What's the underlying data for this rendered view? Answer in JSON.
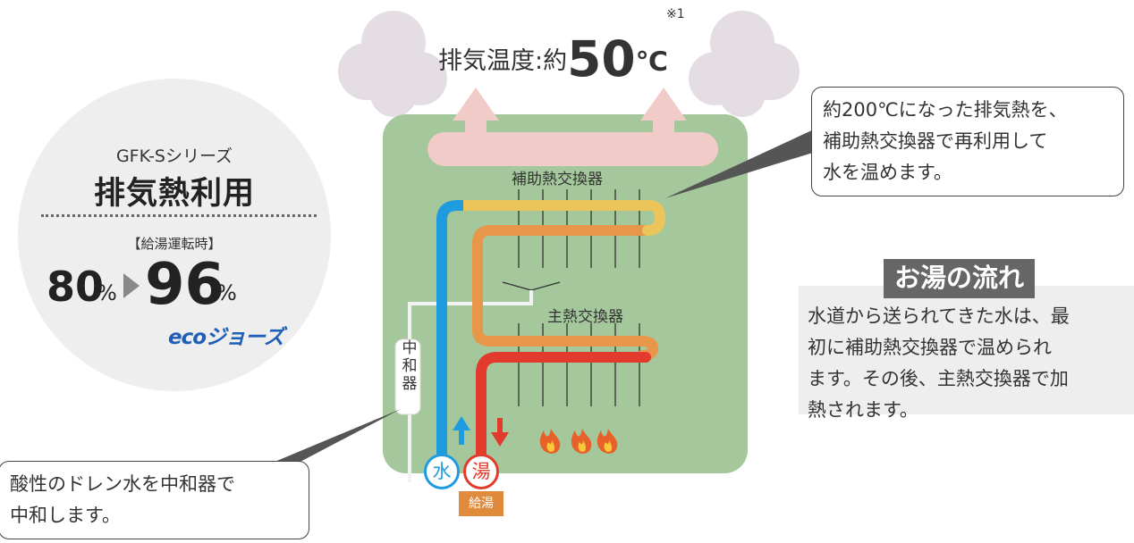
{
  "left_panel": {
    "series": "GFK-Sシリーズ",
    "heading": "排気熱利用",
    "mode": "【給湯運転時】",
    "eff_before": "80",
    "eff_after": "96",
    "percent": "%",
    "logo_text": "ecoジョーズ"
  },
  "exhaust": {
    "label": "排気温度:約",
    "value": "50",
    "unit": "℃",
    "note": "※1"
  },
  "callouts": {
    "right_lines": [
      "約200℃になった排気熱を、",
      "補助熱交換器で再利用して",
      "水を温めます。"
    ],
    "left_lines": [
      "酸性のドレン水を中和器で",
      "中和します。"
    ]
  },
  "flow": {
    "title": "お湯の流れ",
    "lines": [
      "水道から送られてきた水は、最",
      "初に補助熱交換器で温められ",
      "ます。その後、主熱交換器で加",
      "熱されます。"
    ]
  },
  "labels": {
    "aux_exchanger": "補助熱交換器",
    "main_exchanger": "主熱交換器",
    "neutralizer": "中和器",
    "water": "水",
    "hot": "湯",
    "supply": "給湯"
  },
  "colors": {
    "unit_body": "#a4c89b",
    "cold_pipe": "#1f9be0",
    "hot_pipe": "#e33a2e",
    "mid_pipe": "#e8964a",
    "aux_pipe": "#ebc45a",
    "exhaust_band": "#f0cbc8",
    "cloud": "#e4dde3"
  }
}
